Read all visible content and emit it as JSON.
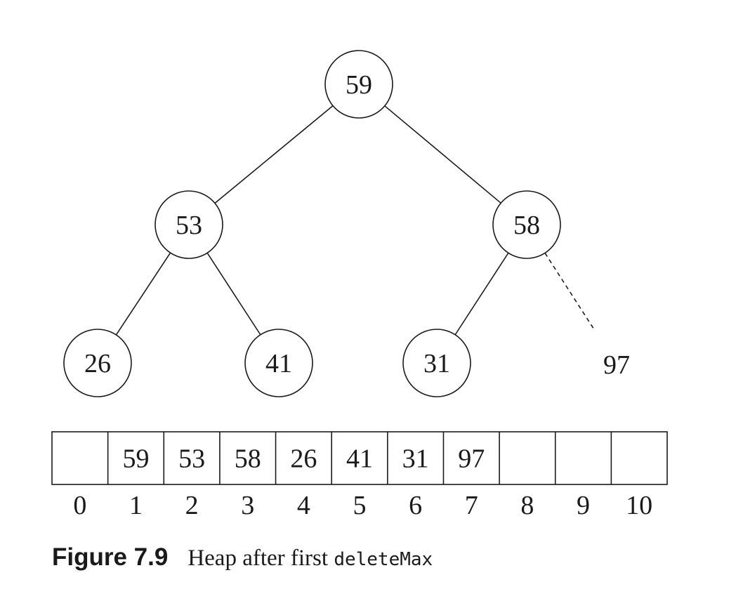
{
  "tree": {
    "nodes": [
      {
        "id": "n1",
        "label": "59",
        "circled": true
      },
      {
        "id": "n2",
        "label": "53",
        "circled": true
      },
      {
        "id": "n3",
        "label": "58",
        "circled": true
      },
      {
        "id": "n4",
        "label": "26",
        "circled": true
      },
      {
        "id": "n5",
        "label": "41",
        "circled": true
      },
      {
        "id": "n6",
        "label": "31",
        "circled": true
      },
      {
        "id": "n7",
        "label": "97",
        "circled": false
      }
    ],
    "edges": [
      {
        "from": "n1",
        "to": "n2",
        "style": "solid"
      },
      {
        "from": "n1",
        "to": "n3",
        "style": "solid"
      },
      {
        "from": "n2",
        "to": "n4",
        "style": "solid"
      },
      {
        "from": "n2",
        "to": "n5",
        "style": "solid"
      },
      {
        "from": "n3",
        "to": "n6",
        "style": "solid"
      },
      {
        "from": "n3",
        "to": "n7",
        "style": "dashed"
      }
    ]
  },
  "array": {
    "cells": [
      "",
      "59",
      "53",
      "58",
      "26",
      "41",
      "31",
      "97",
      "",
      "",
      ""
    ],
    "indices": [
      "0",
      "1",
      "2",
      "3",
      "4",
      "5",
      "6",
      "7",
      "8",
      "9",
      "10"
    ]
  },
  "caption": {
    "label": "Figure 7.9",
    "text": "Heap after first ",
    "code": "deleteMax"
  }
}
